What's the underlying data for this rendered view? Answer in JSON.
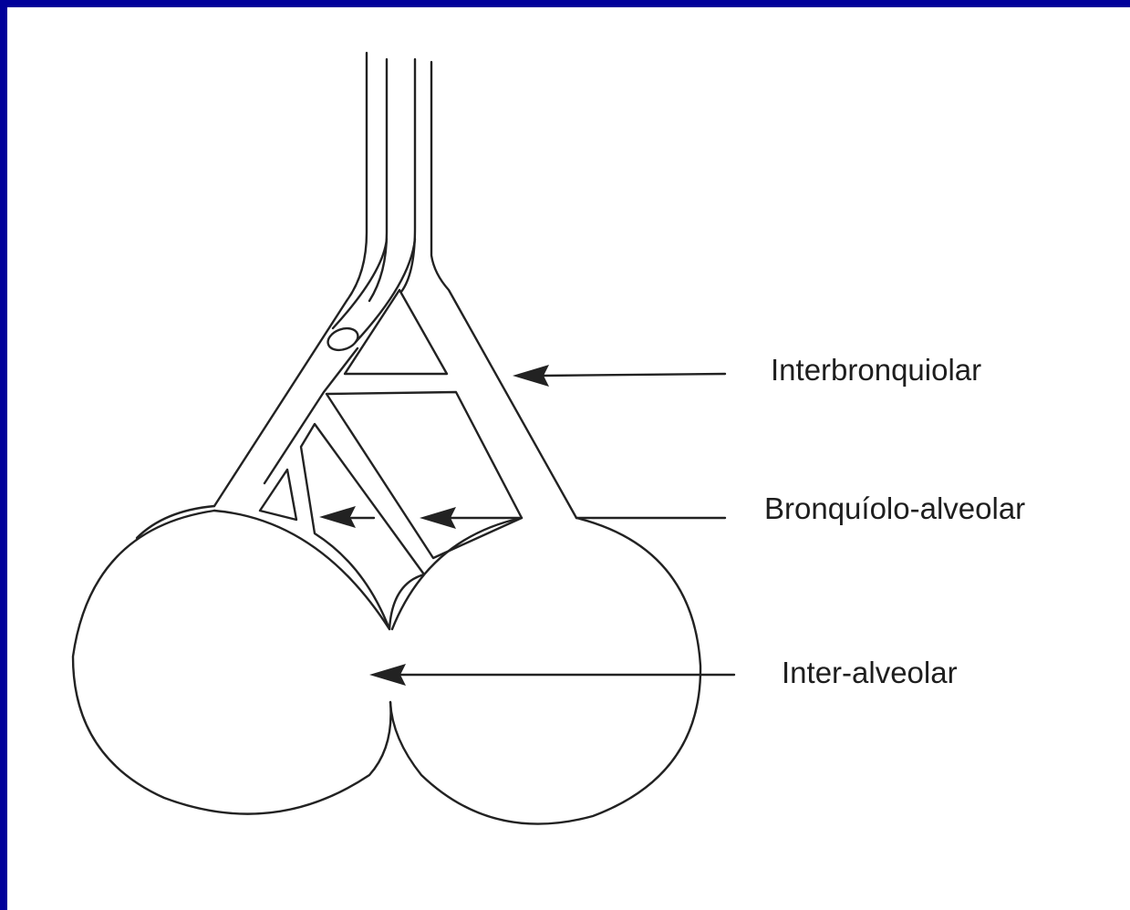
{
  "diagram": {
    "labels": {
      "interbronchiolar": "Interbronquiolar",
      "bronchiole_alveolar": "Bronquíolo-alveolar",
      "inter_alveolar": "Inter-alveolar"
    },
    "colors": {
      "frame": "#00009a",
      "background": "#ffffff",
      "ink": "#222222"
    }
  }
}
